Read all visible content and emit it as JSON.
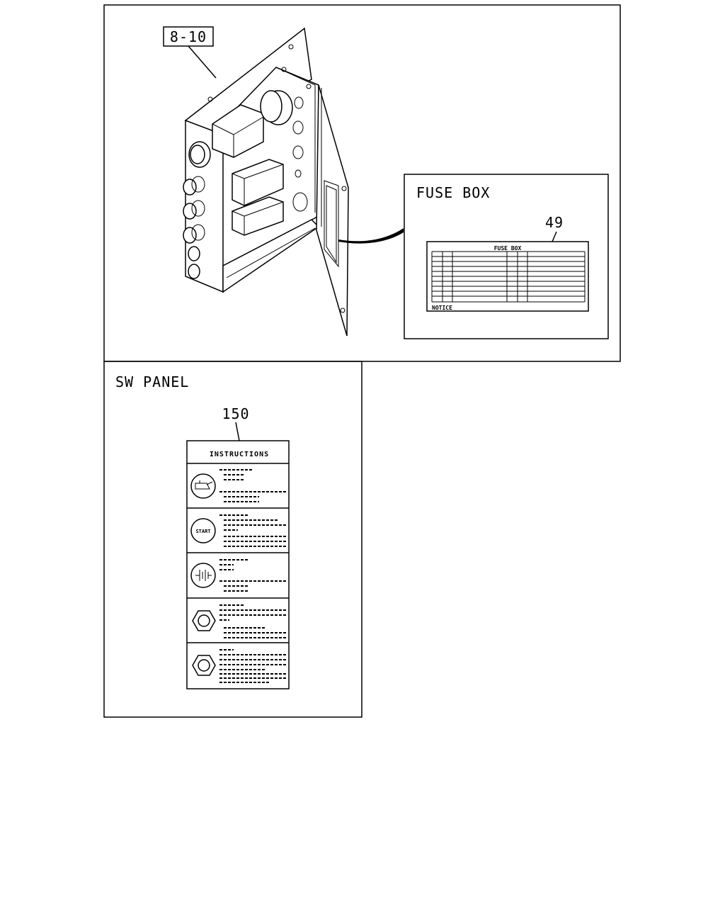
{
  "callouts": {
    "assembly_ref": "8-10",
    "fuse_box_part": "49",
    "sw_panel_part": "150"
  },
  "fuse_box_detail": {
    "title": "FUSE BOX",
    "label_heading": "FUSE BOX",
    "label_footer": "NOTICE"
  },
  "sw_panel_detail": {
    "title": "SW PANEL",
    "label_heading": "INSTRUCTIONS",
    "start_symbol_text": "START"
  }
}
